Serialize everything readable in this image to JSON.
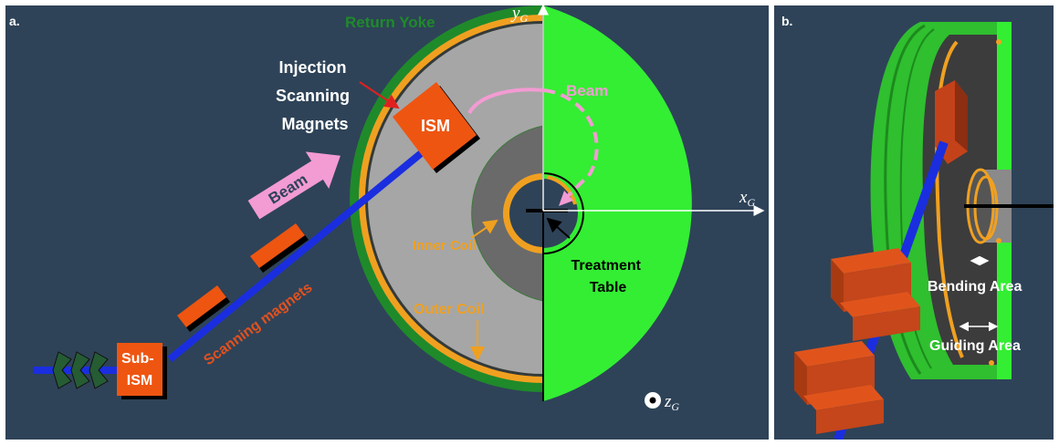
{
  "panel_a": {
    "tag": "a.",
    "return_yoke": "Return Yoke",
    "injection_magnets": [
      "Injection",
      "Scanning",
      "Magnets"
    ],
    "ism": "ISM",
    "beam_top": "Beam",
    "beam_arrow": "Beam",
    "inner_coil": "Inner Coil",
    "outer_coil": "Outer Coil",
    "treatment_table": [
      "Treatment",
      "Table"
    ],
    "scanning_magnets": "Scanning magnets",
    "sub_ism": [
      "Sub-",
      "ISM"
    ],
    "axis_y": "y",
    "axis_x": "x",
    "axis_z": "z",
    "axis_sub": "G"
  },
  "panel_b": {
    "tag": "b.",
    "bending_area": "Bending Area",
    "guiding_area": "Guiding Area"
  },
  "colors": {
    "background": "#2e4358",
    "yoke": "#1f8a2a",
    "bright_green": "#33ee33",
    "gray_light": "#a6a6a6",
    "gray_dark": "#6a6a6a",
    "coil": "#f0a020",
    "magnet": "#ee5511",
    "beam_line": "#1a2ee0",
    "beam_pink": "#f39bd3",
    "label_orange": "#f0a020",
    "label_red": "#e2511e"
  }
}
